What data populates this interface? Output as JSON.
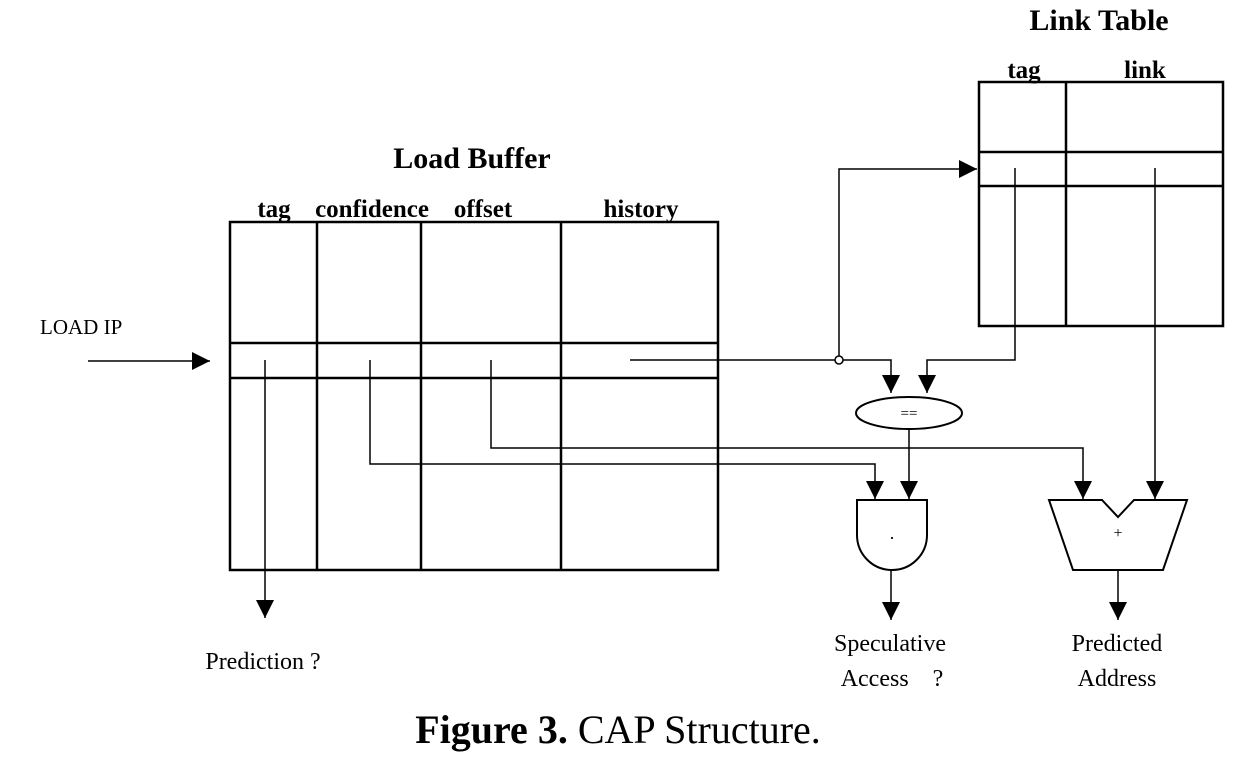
{
  "load_buffer": {
    "title": "Load Buffer",
    "columns": [
      "tag",
      "confidence",
      "offset",
      "history"
    ]
  },
  "link_table": {
    "title": "Link Table",
    "columns": [
      "tag",
      "link"
    ]
  },
  "labels": {
    "load_ip": "LOAD IP",
    "prediction": "Prediction ?",
    "speculative_line1": "Speculative",
    "speculative_line2": "Access    ?",
    "predicted_line1": "Predicted",
    "predicted_line2": "Address",
    "comparator": "==",
    "and_gate": ".",
    "adder": "+"
  },
  "caption": {
    "figure_number": "Figure 3.",
    "text": "CAP Structure."
  }
}
